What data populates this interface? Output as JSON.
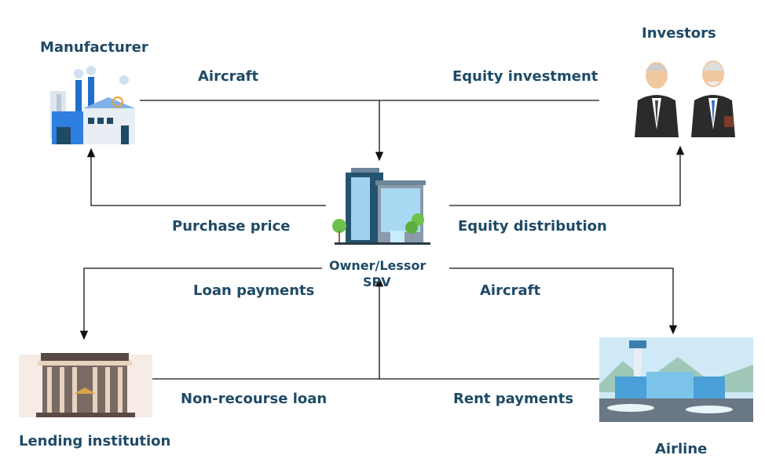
{
  "nodes": {
    "manufacturer": "Manufacturer",
    "investors": "Investors",
    "spv_line1": "Owner/Lessor",
    "spv_line2": "SPV",
    "lender": "Lending institution",
    "airline": "Airline"
  },
  "flows": {
    "aircraft_top": "Aircraft",
    "equity_investment": "Equity investment",
    "purchase_price": "Purchase price",
    "equity_distribution": "Equity distribution",
    "loan_payments": "Loan payments",
    "aircraft_bottom": "Aircraft",
    "non_recourse_loan": "Non-recourse loan",
    "rent_payments": "Rent payments"
  },
  "colors": {
    "text": "#1f4a66",
    "line": "#111111"
  }
}
